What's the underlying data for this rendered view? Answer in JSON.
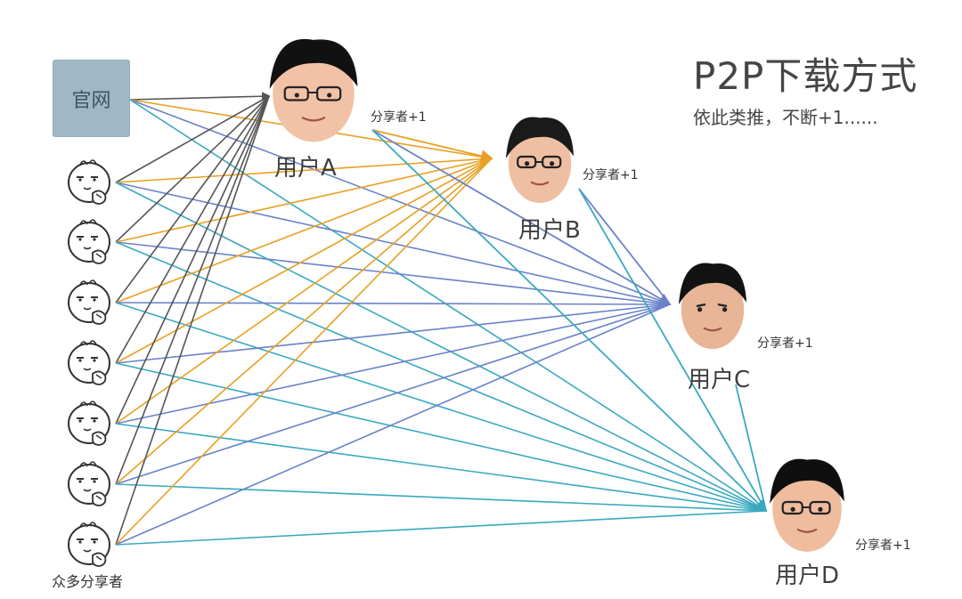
{
  "diagram": {
    "title": "P2P下载方式",
    "subtitle": "依此类推，不断+1......",
    "source_label": "官网",
    "crowd_label": "众多分享者",
    "users": [
      {
        "label": "用户A",
        "share": "分享者+1"
      },
      {
        "label": "用户B",
        "share": "分享者+1"
      },
      {
        "label": "用户C",
        "share": "分享者+1"
      },
      {
        "label": "用户D",
        "share": "分享者+1"
      }
    ]
  },
  "colors": {
    "to_user_a": "#555555",
    "to_user_b": "#e8a021",
    "to_user_c": "#6a82c9",
    "to_user_d": "#3aa9c0",
    "source_box": "#9fb8c5",
    "text": "#404040"
  },
  "icons": {
    "user_avatar": "face-photo-icon",
    "sharer_avatar": "thinking-face-icon"
  }
}
